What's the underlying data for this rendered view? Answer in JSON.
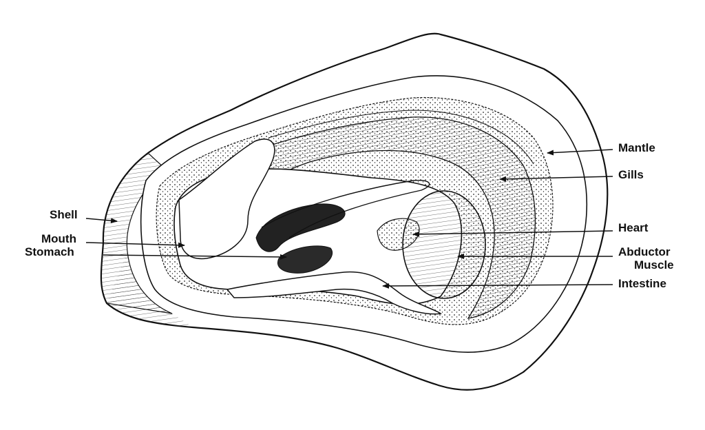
{
  "diagram": {
    "labels": {
      "mantle": "Mantle",
      "gills": "Gills",
      "heart": "Heart",
      "abductor_line1": "Abductor",
      "abductor_line2": "Muscle",
      "intestine": "Intestine",
      "shell": "Shell",
      "mouth": "Mouth",
      "stomach": "Stomach"
    },
    "colors": {
      "ink": "#111111",
      "paper": "#ffffff"
    }
  }
}
